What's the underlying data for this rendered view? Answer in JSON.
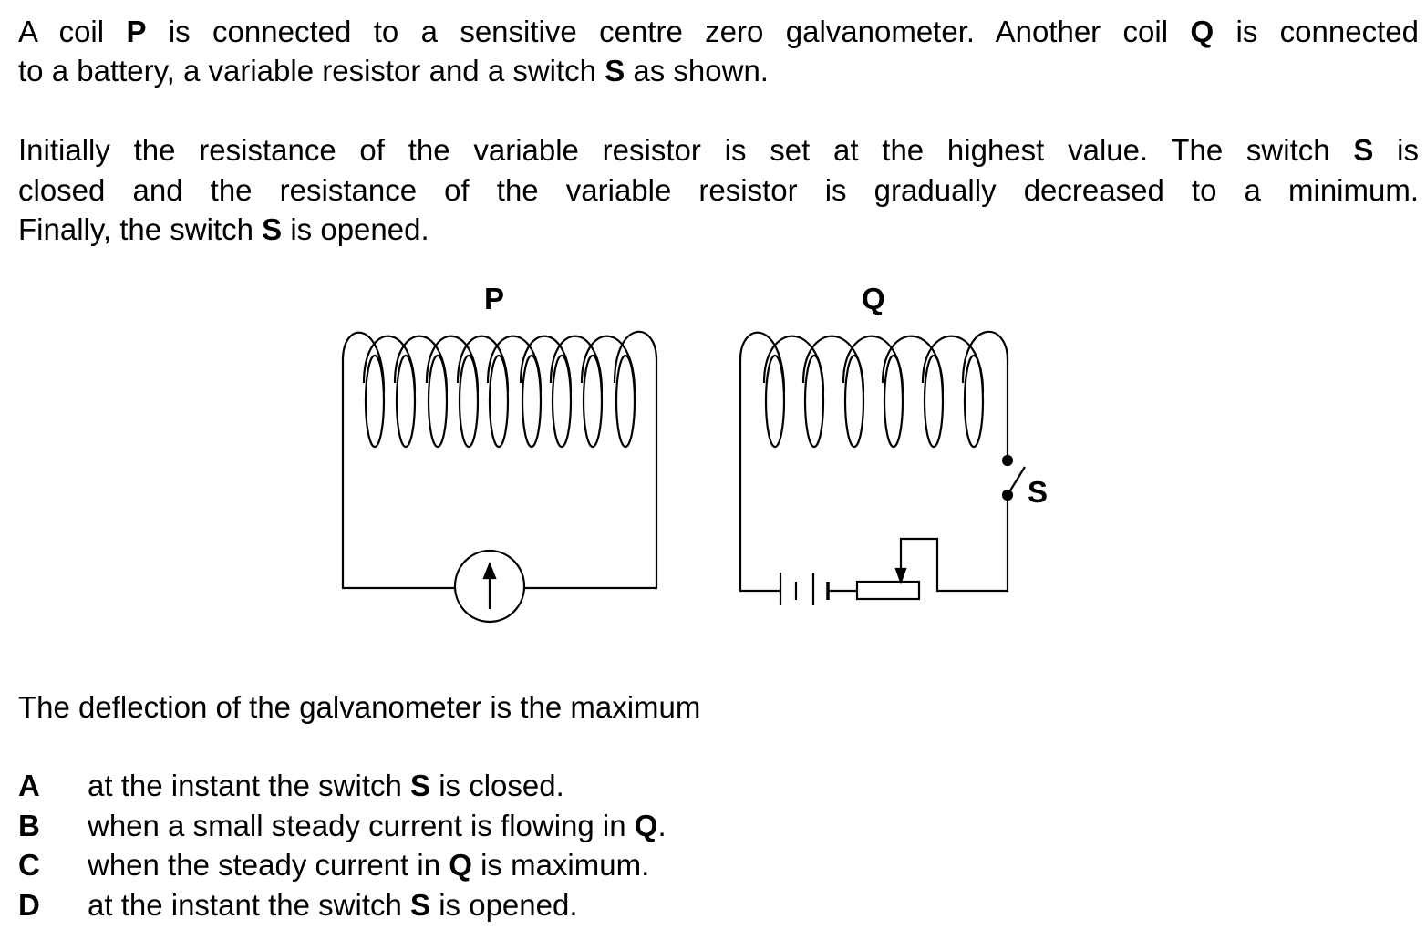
{
  "intro": {
    "line1": [
      "A coil ",
      "P",
      " is connected to a sensitive centre zero galvanometer. Another coil ",
      "Q",
      " is connected"
    ],
    "line2": [
      "to a battery, a variable resistor and a switch ",
      "S",
      " as shown."
    ]
  },
  "procedure": {
    "line1": [
      "Initially the resistance of the variable resistor is set at the highest value. The switch ",
      "S",
      " is"
    ],
    "line2": [
      "closed and the resistance of the variable resistor is gradually decreased to a minimum."
    ],
    "line3": [
      "Finally, the switch ",
      "S",
      " is opened."
    ]
  },
  "diagram": {
    "coil_p_label": "P",
    "coil_q_label": "Q",
    "switch_label": "S",
    "galvanometer_icon": "galvanometer-arrow-up"
  },
  "question": "The deflection of the galvanometer is the maximum",
  "options": [
    {
      "letter": "A",
      "text": [
        "at the instant the switch ",
        "S",
        " is closed."
      ]
    },
    {
      "letter": "B",
      "text": [
        "when a small steady current is flowing in ",
        "Q",
        "."
      ]
    },
    {
      "letter": "C",
      "text": [
        "when the steady current in ",
        "Q",
        " is maximum."
      ]
    },
    {
      "letter": "D",
      "text": [
        "at the instant the switch ",
        "S",
        " is opened."
      ]
    }
  ]
}
